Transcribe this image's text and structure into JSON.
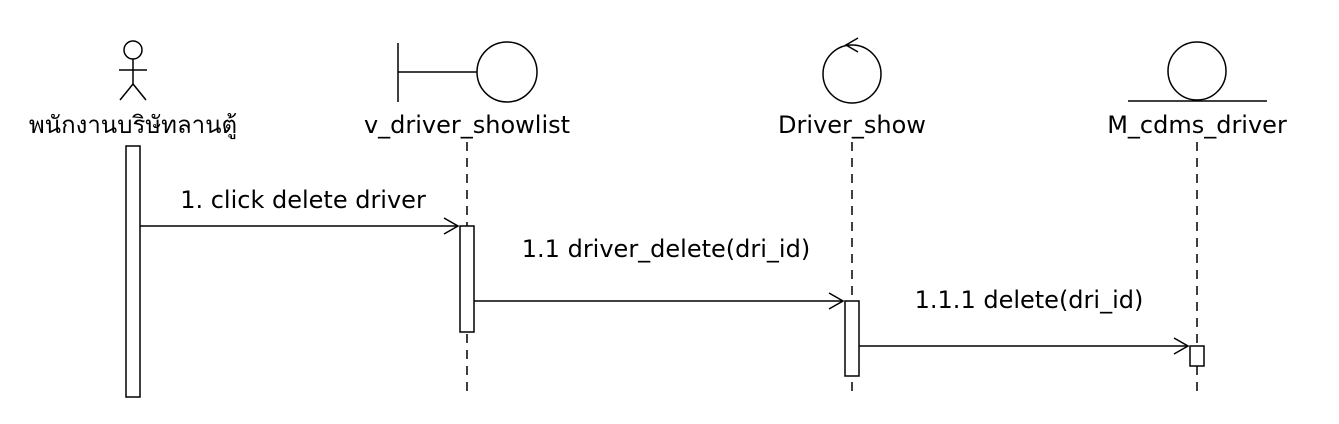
{
  "participants": [
    {
      "id": "actor",
      "type": "actor",
      "label": "พนักงานบริษัทลานตู้"
    },
    {
      "id": "boundary",
      "type": "boundary",
      "label": "v_driver_showlist"
    },
    {
      "id": "control",
      "type": "control",
      "label": "Driver_show"
    },
    {
      "id": "entity",
      "type": "entity",
      "label": "M_cdms_driver"
    }
  ],
  "messages": [
    {
      "from": "actor",
      "to": "boundary",
      "label": "1. click delete driver"
    },
    {
      "from": "boundary",
      "to": "control",
      "label": "1.1 driver_delete(dri_id)"
    },
    {
      "from": "control",
      "to": "entity",
      "label": "1.1.1 delete(dri_id)"
    }
  ]
}
